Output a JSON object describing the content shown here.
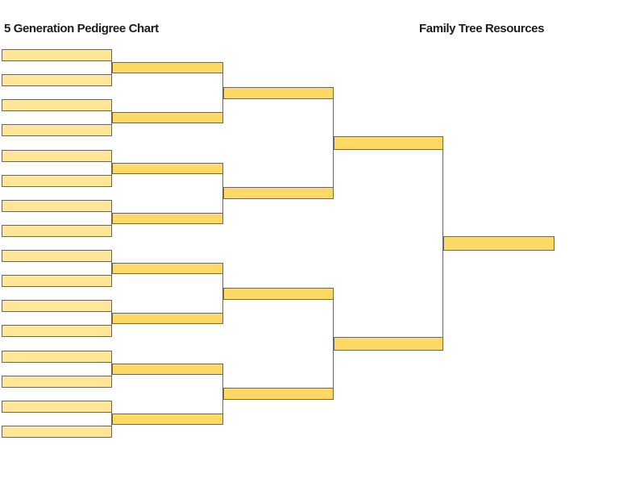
{
  "header": {
    "title_left": "5 Generation Pedigree Chart",
    "title_right": "Family Tree Resources"
  },
  "diagram": {
    "type": "pedigree-bracket",
    "title": "5 Generation Pedigree Chart",
    "source_label": "Family Tree Resources",
    "background": "#FFFFFF",
    "border_color": "#6B675C",
    "box_text": "",
    "generations": [
      {
        "name": "generation-5",
        "box_count": 16,
        "fill": "#FFE699"
      },
      {
        "name": "generation-4",
        "box_count": 8,
        "fill": "#FFD966"
      },
      {
        "name": "generation-3",
        "box_count": 4,
        "fill": "#FFD966"
      },
      {
        "name": "generation-2",
        "box_count": 2,
        "fill": "#FFD966"
      },
      {
        "name": "generation-1",
        "box_count": 1,
        "fill": "#FFD966"
      }
    ]
  }
}
